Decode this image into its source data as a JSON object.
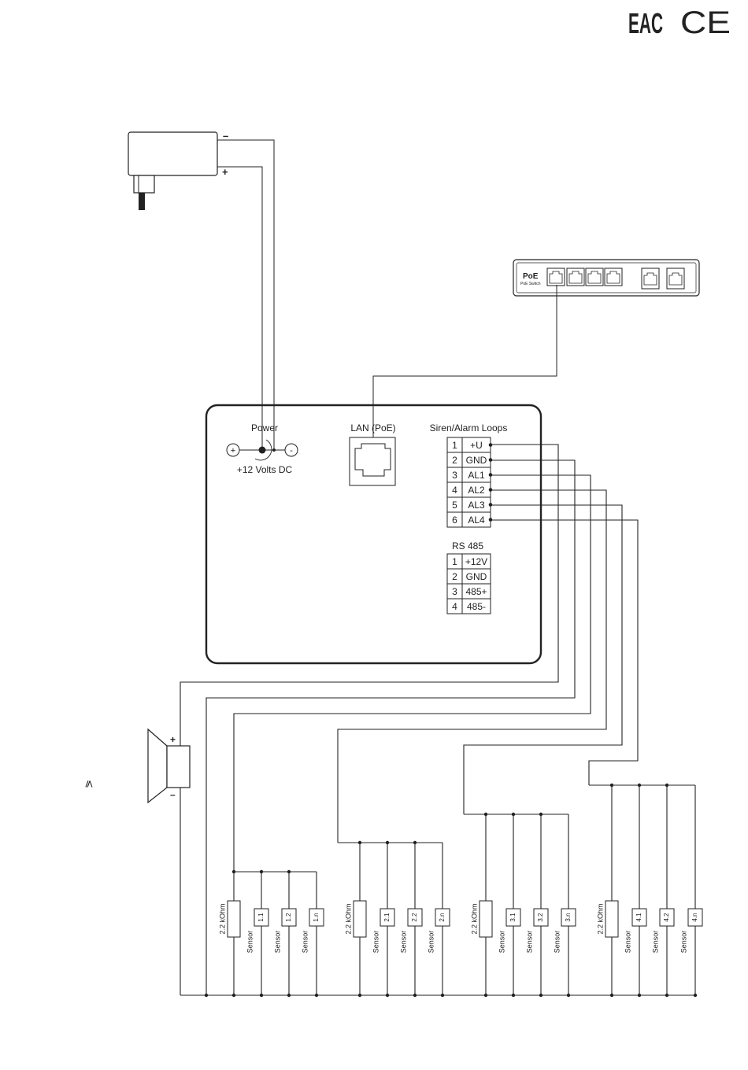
{
  "certifications": {
    "eac": "EAC",
    "ce": "CE"
  },
  "power_adapter": {
    "minus": "–",
    "plus": "+"
  },
  "poe_switch": {
    "title": "PoE",
    "subtitle": "PoE Switch"
  },
  "controller": {
    "power": {
      "title": "Power",
      "voltage": "+12 Volts DC",
      "plus": "+",
      "minus": "-"
    },
    "lan": {
      "title": "LAN (PoE)"
    },
    "siren_alarm": {
      "title": "Siren/Alarm Loops",
      "rows": [
        {
          "num": "1",
          "label": "+U"
        },
        {
          "num": "2",
          "label": "GND"
        },
        {
          "num": "3",
          "label": "AL1"
        },
        {
          "num": "4",
          "label": "AL2"
        },
        {
          "num": "5",
          "label": "AL3"
        },
        {
          "num": "6",
          "label": "AL4"
        }
      ]
    },
    "rs485": {
      "title": "RS 485",
      "rows": [
        {
          "num": "1",
          "label": "+12V"
        },
        {
          "num": "2",
          "label": "GND"
        },
        {
          "num": "3",
          "label": "485+"
        },
        {
          "num": "4",
          "label": "485-"
        }
      ]
    }
  },
  "siren": {
    "plus": "+",
    "minus": "–",
    "side_mark": "⩽"
  },
  "loops": [
    {
      "resistor": "2.2 kOhm",
      "sensor_label": "Sensor",
      "sensors": [
        "1.1",
        "1.2",
        "1.n"
      ]
    },
    {
      "resistor": "2.2 kOhm",
      "sensor_label": "Sensor",
      "sensors": [
        "2.1",
        "2.2",
        "2.n"
      ]
    },
    {
      "resistor": "2.2 kOhm",
      "sensor_label": "Sensor",
      "sensors": [
        "3.1",
        "3.2",
        "3.n"
      ]
    },
    {
      "resistor": "2.2 kOhm",
      "sensor_label": "Sensor",
      "sensors": [
        "4.1",
        "4.2",
        "4.n"
      ]
    }
  ]
}
